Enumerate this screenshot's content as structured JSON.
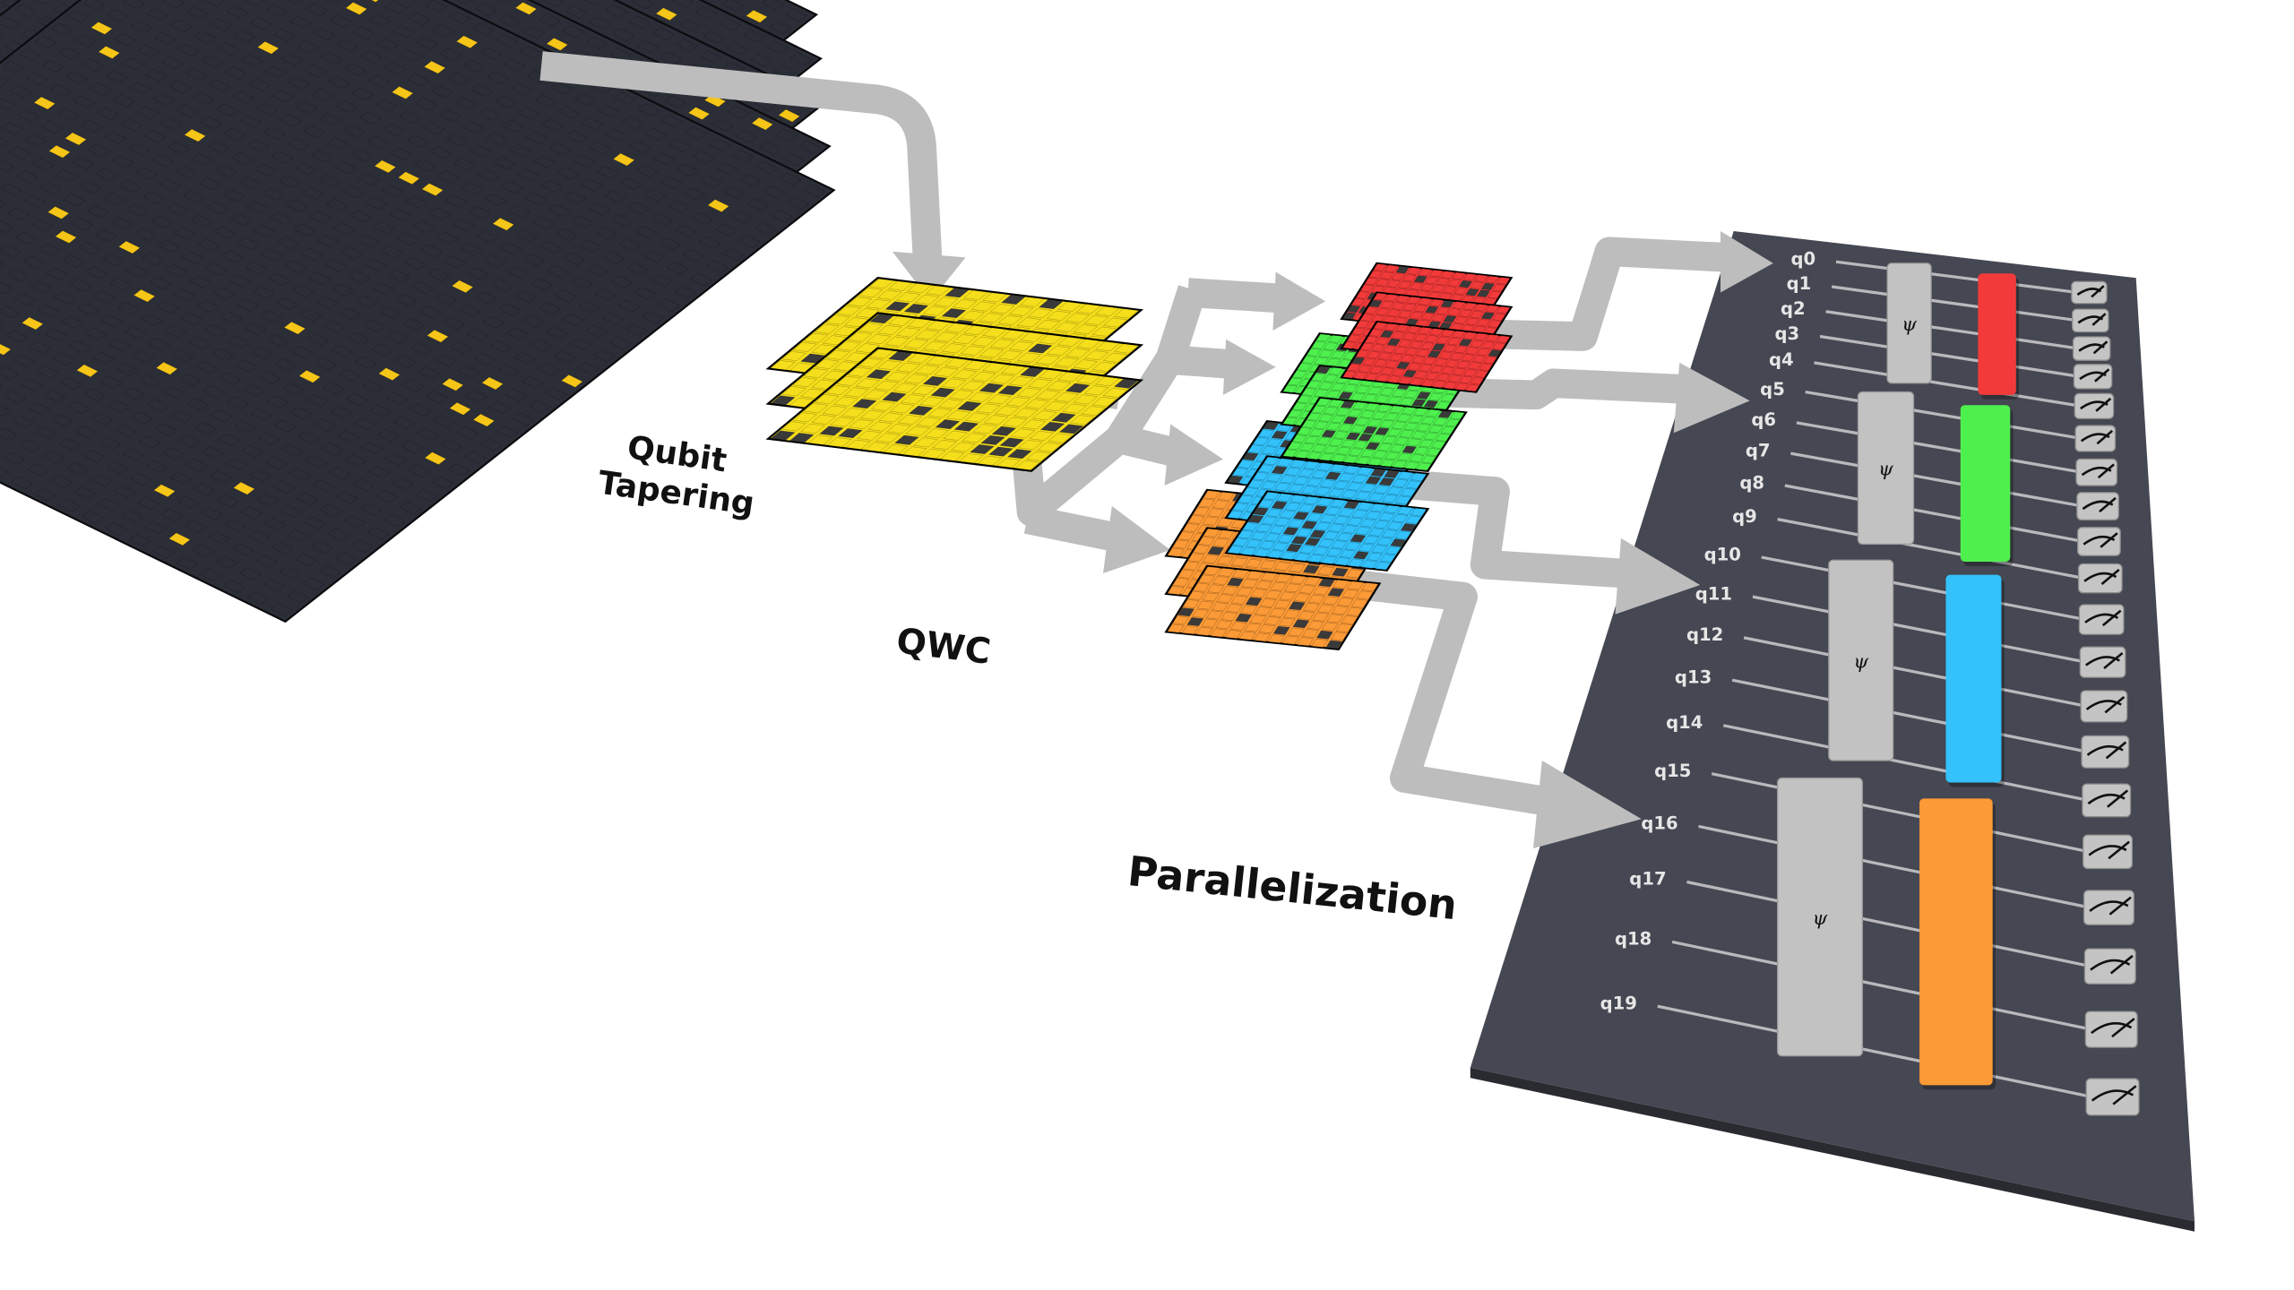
{
  "labels": {
    "tapering_line1": "Qubit",
    "tapering_line2": "Tapering",
    "qwc": "QWC",
    "parallelization": "Parallelization"
  },
  "circuit": {
    "qubits": [
      "q0",
      "q1",
      "q2",
      "q3",
      "q4",
      "q5",
      "q6",
      "q7",
      "q8",
      "q9",
      "q10",
      "q11",
      "q12",
      "q13",
      "q14",
      "q15",
      "q16",
      "q17",
      "q18",
      "q19"
    ],
    "state_prep_symbol": "ψ",
    "groups": [
      {
        "qubits": "q0-q4",
        "color": "#f23a3a"
      },
      {
        "qubits": "q5-q9",
        "color": "#4ef04e"
      },
      {
        "qubits": "q10-q14",
        "color": "#33c2fb"
      },
      {
        "qubits": "q15-q19",
        "color": "#fb9a36"
      }
    ],
    "measurement_icon": "meter-icon"
  },
  "colors": {
    "full_hamiltonian": "#2b2e37",
    "active_term": "#f5c518",
    "tapered": "#f5de1b",
    "arrow": "#bdbdbd",
    "board": "#454752"
  }
}
